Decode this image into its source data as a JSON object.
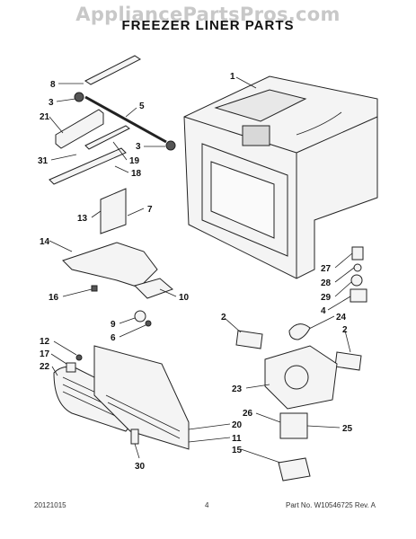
{
  "watermark": "AppliancePartsPros.com",
  "title": "FREEZER LINER PARTS",
  "callouts": {
    "c1": "1",
    "c2a": "2",
    "c2b": "2",
    "c3a": "3",
    "c3b": "3",
    "c4": "4",
    "c5": "5",
    "c6": "6",
    "c7": "7",
    "c8": "8",
    "c9": "9",
    "c10": "10",
    "c11": "11",
    "c12": "12",
    "c13": "13",
    "c14": "14",
    "c15": "15",
    "c16": "16",
    "c17": "17",
    "c18": "18",
    "c19": "19",
    "c20": "20",
    "c21": "21",
    "c22": "22",
    "c23": "23",
    "c24": "24",
    "c25": "25",
    "c26": "26",
    "c27": "27",
    "c28": "28",
    "c29": "29",
    "c30": "30",
    "c31": "31"
  },
  "footer": {
    "date": "20121015",
    "page": "4",
    "part_no": "Part No.  W10546725  Rev.  A"
  }
}
